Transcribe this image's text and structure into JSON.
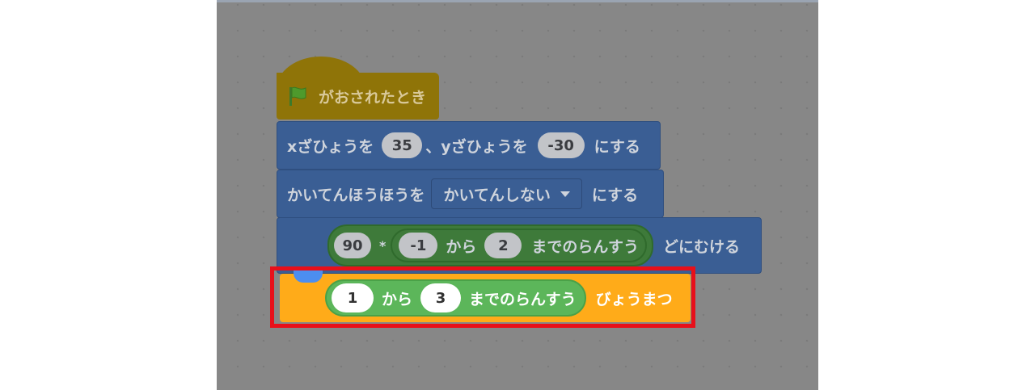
{
  "hat": {
    "label": "がおされたとき",
    "icon": "green-flag-icon"
  },
  "goto": {
    "label_x": "xざひょうを",
    "x_value": "35",
    "label_y": "、yざひょうを",
    "y_value": "-30",
    "label_end": "にする"
  },
  "rotation": {
    "label": "かいてんほうほうを",
    "dropdown_value": "かいてんしない",
    "label_end": "にする"
  },
  "point": {
    "multiplier": "90",
    "operator": "*",
    "rand_from": "-1",
    "from_label": "から",
    "rand_to": "2",
    "rand_label": "までのらんすう",
    "label_end": "どにむける"
  },
  "wait": {
    "from": "1",
    "from_label": "から",
    "to": "3",
    "rand_label": "までのらんすう",
    "label_end": "びょうまつ"
  },
  "colors": {
    "motion": "#4c97ff",
    "events": "#ffbf00",
    "control": "#ffab19",
    "operators": "#59c059",
    "highlight": "#e8101a"
  }
}
